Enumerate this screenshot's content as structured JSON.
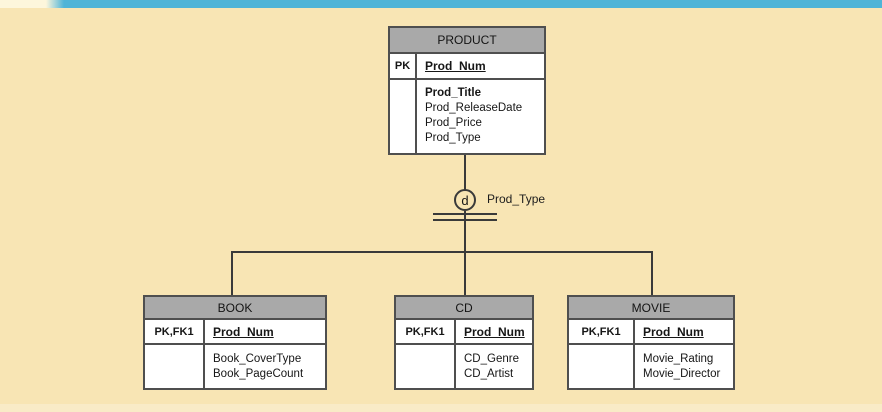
{
  "page": {
    "background_color": "#f8e5b4",
    "accent_bar_color": "#4fb4d7",
    "accent_bar_left_color": "#fdf6dc",
    "entity_header_fill": "#a9a9a9",
    "border_color": "#4f4f4f",
    "line_color": "#3a3a3a"
  },
  "diagram": {
    "supertype": {
      "title": "PRODUCT",
      "key_label": "PK",
      "key_attribute": "Prod_Num",
      "attributes": [
        "Prod_Title",
        "Prod_ReleaseDate",
        "Prod_Price",
        "Prod_Type"
      ]
    },
    "discriminator": {
      "symbol": "d",
      "label": "Prod_Type"
    },
    "subtypes": [
      {
        "title": "BOOK",
        "key_label": "PK,FK1",
        "key_attribute": "Prod_Num",
        "attributes": [
          "Book_CoverType",
          "Book_PageCount"
        ]
      },
      {
        "title": "CD",
        "key_label": "PK,FK1",
        "key_attribute": "Prod_Num",
        "attributes": [
          "CD_Genre",
          "CD_Artist"
        ]
      },
      {
        "title": "MOVIE",
        "key_label": "PK,FK1",
        "key_attribute": "Prod_Num",
        "attributes": [
          "Movie_Rating",
          "Movie_Director"
        ]
      }
    ]
  }
}
